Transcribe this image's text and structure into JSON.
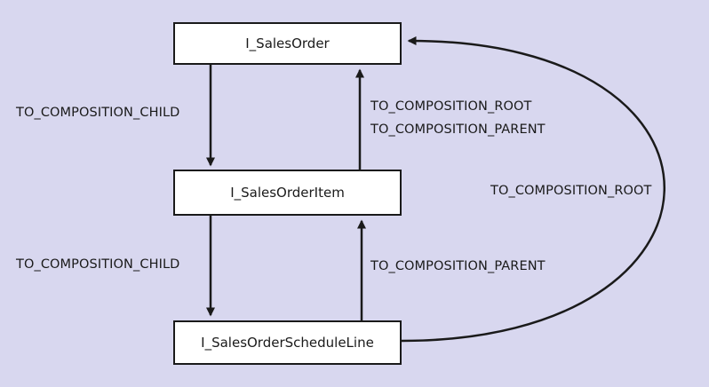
{
  "nodes": {
    "sales_order": "I_SalesOrder",
    "sales_order_item": "I_SalesOrderItem",
    "schedule_line": "I_SalesOrderScheduleLine"
  },
  "edges": {
    "order_to_item_child": "TO_COMPOSITION_CHILD",
    "item_to_order_root": "TO_COMPOSITION_ROOT",
    "item_to_order_parent": "TO_COMPOSITION_PARENT",
    "item_to_schedule_child": "TO_COMPOSITION_CHILD",
    "schedule_to_item_parent": "TO_COMPOSITION_PARENT",
    "schedule_to_order_root": "TO_COMPOSITION_ROOT"
  },
  "colors": {
    "background": "#d8d7ef",
    "stroke": "#1a1a1a",
    "node_fill": "#ffffff"
  }
}
